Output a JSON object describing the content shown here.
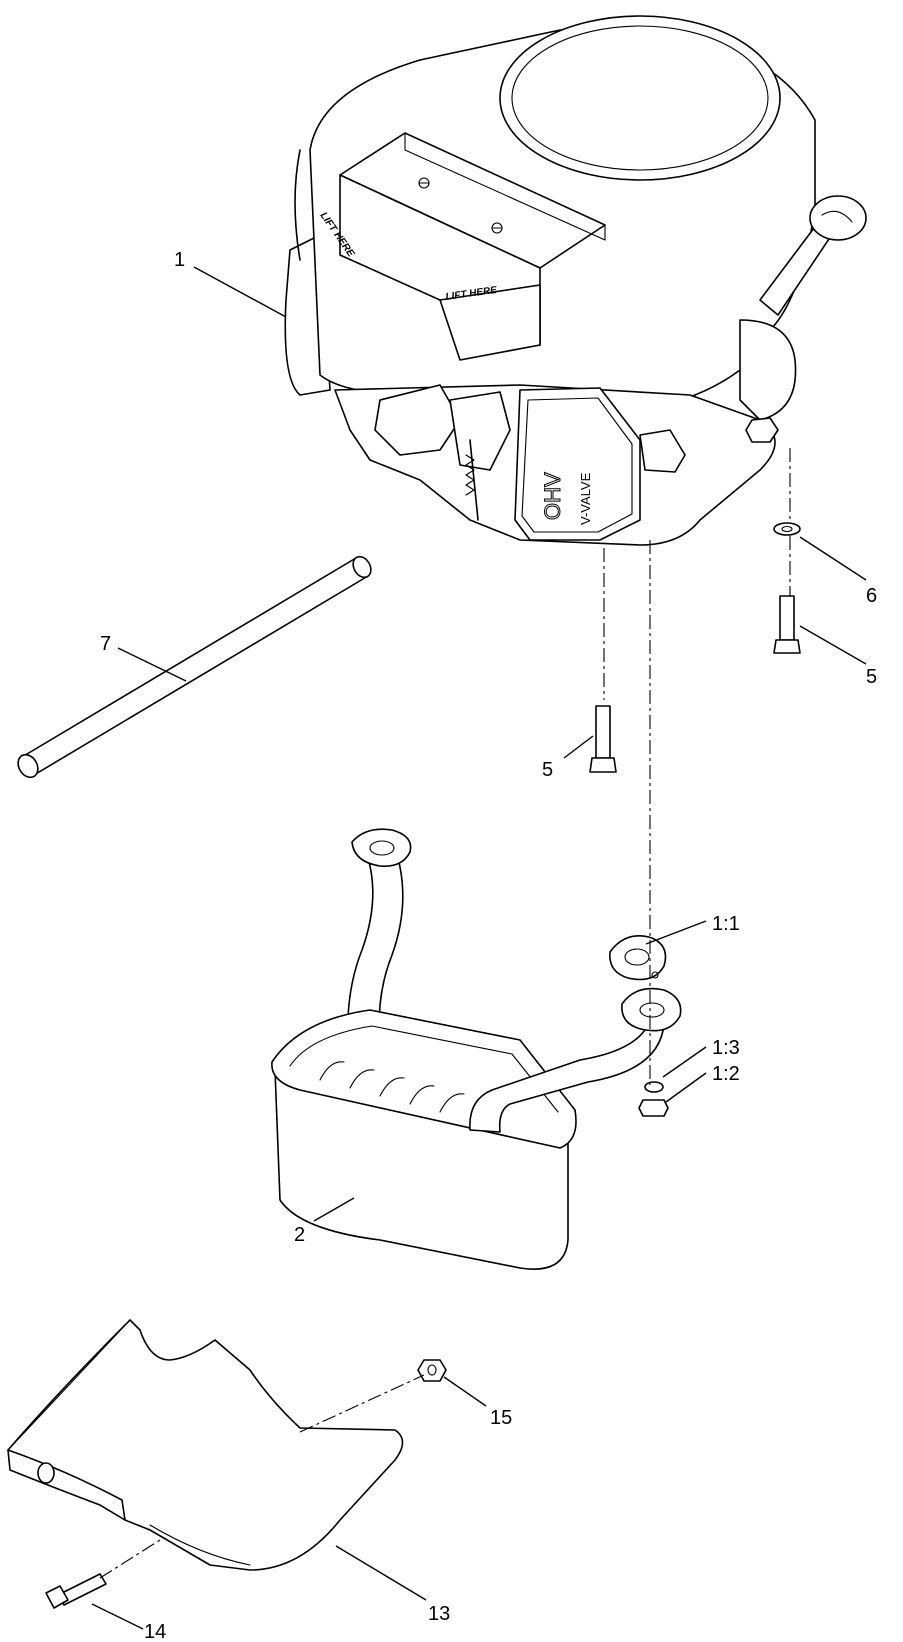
{
  "callouts": {
    "engine": "1",
    "muffler": "2",
    "bolt_a": "5",
    "bolt_b": "5",
    "washer": "6",
    "tube": "7",
    "gasket": "1:1",
    "lock_washer": "1:3",
    "nut": "1:2",
    "heat_shield": "13",
    "shield_bolt": "14",
    "shield_nut": "15"
  },
  "decals": {
    "lift_here_1": "LIFT HERE",
    "lift_here_2": "LIFT HERE",
    "valve_cover_big": "OHV",
    "valve_cover_sub": "V-VALVE"
  }
}
